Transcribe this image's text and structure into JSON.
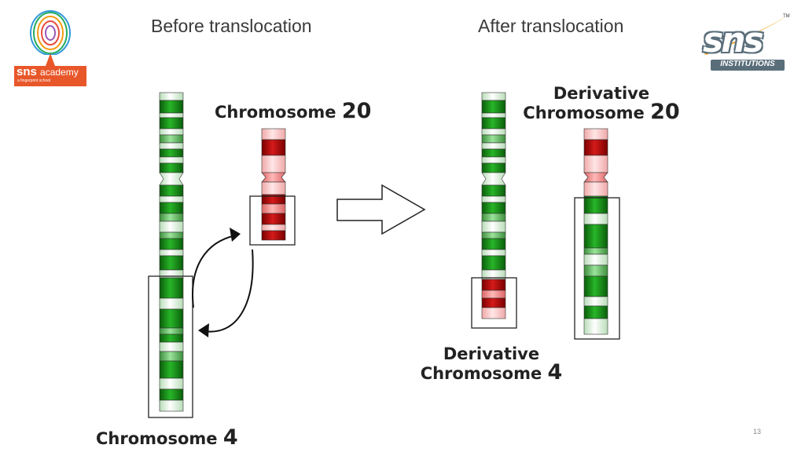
{
  "headings": {
    "before": "Before translocation",
    "after": "After translocation"
  },
  "labels": {
    "chr20_word": "Chromosome",
    "chr20_num": "20",
    "chr4_word": "Chromosome",
    "chr4_num": "4",
    "der20_line1": "Derivative",
    "der20_word": "Chromosome",
    "der20_num": "20",
    "der4_line1": "Derivative",
    "der4_word": "Chromosome",
    "der4_num": "4"
  },
  "logo_left": {
    "title_bold": "sns",
    "title_rest": "academy",
    "tagline": "a fingerprint school",
    "colors": {
      "band": "#e8572a",
      "fingerprint": "#9b59b6"
    }
  },
  "logo_right": {
    "letters": "sns",
    "band_text": "INSTITUTIONS",
    "trademark": "TM",
    "colors": {
      "swoosh": "#f39c12",
      "band": "#5a6e7a"
    }
  },
  "slide_number": "13",
  "colors": {
    "chr4_dark": "#0d7a0d",
    "chr4_light": "#ffffff",
    "chr20_dark": "#b00000",
    "chr20_light": "#ff9c9c"
  },
  "icons": {
    "arrow": "block-right-arrow-icon",
    "swap": "curved-double-arrow-icon"
  }
}
